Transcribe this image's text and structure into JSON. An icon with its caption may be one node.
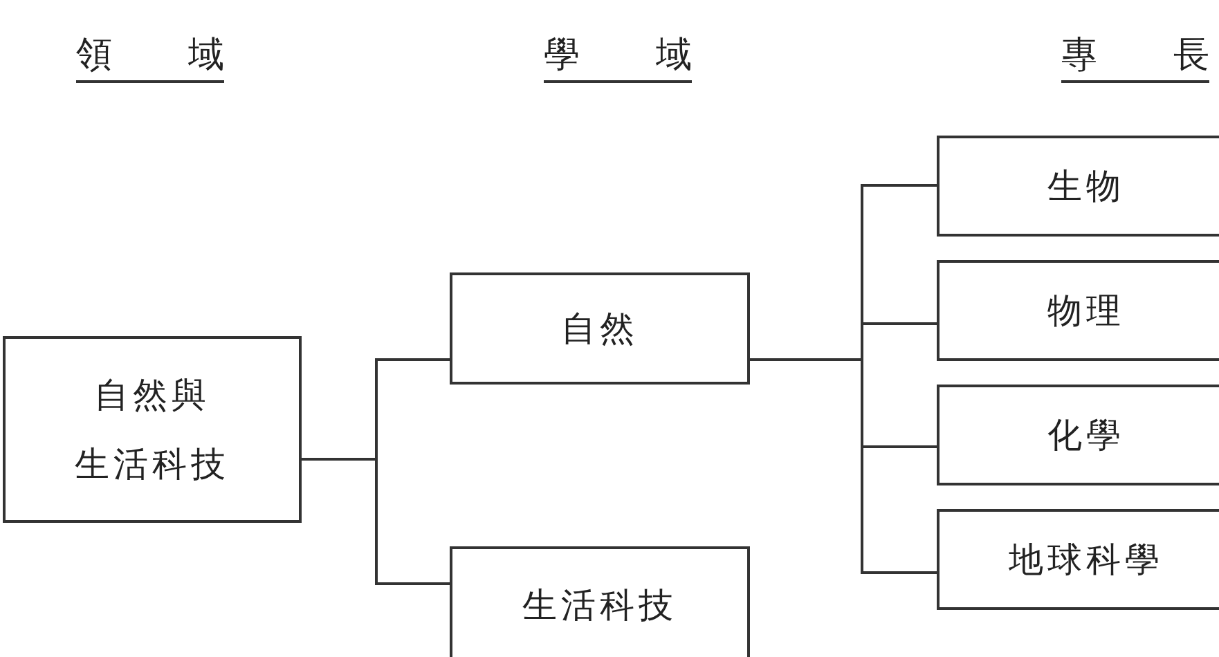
{
  "diagram": {
    "nodes": [
      {
        "text": [
          "自然與生活科技"
        ]
      },
      {
        "text": [
          "自然"
        ]
      },
      {
        "text": [
          "生活科技"
        ]
      },
      {
        "text": [
          "生物"
        ]
      },
      {
        "text": [
          "物理"
        ]
      },
      {
        "text": [
          "化學"
        ]
      },
      {
        "text": [
          "地球科學"
        ]
      }
    ],
    "edges": [
      {
        "from": 0,
        "to": 1,
        "arrow": "none"
      },
      {
        "from": 0,
        "to": 2,
        "arrow": "none"
      },
      {
        "from": 1,
        "to": 3,
        "arrow": "none"
      },
      {
        "from": 1,
        "to": 4,
        "arrow": "none"
      },
      {
        "from": 1,
        "to": 5,
        "arrow": "none"
      },
      {
        "from": 1,
        "to": 6,
        "arrow": "none"
      }
    ],
    "labels": [
      "領域",
      "學域",
      "專長"
    ]
  }
}
